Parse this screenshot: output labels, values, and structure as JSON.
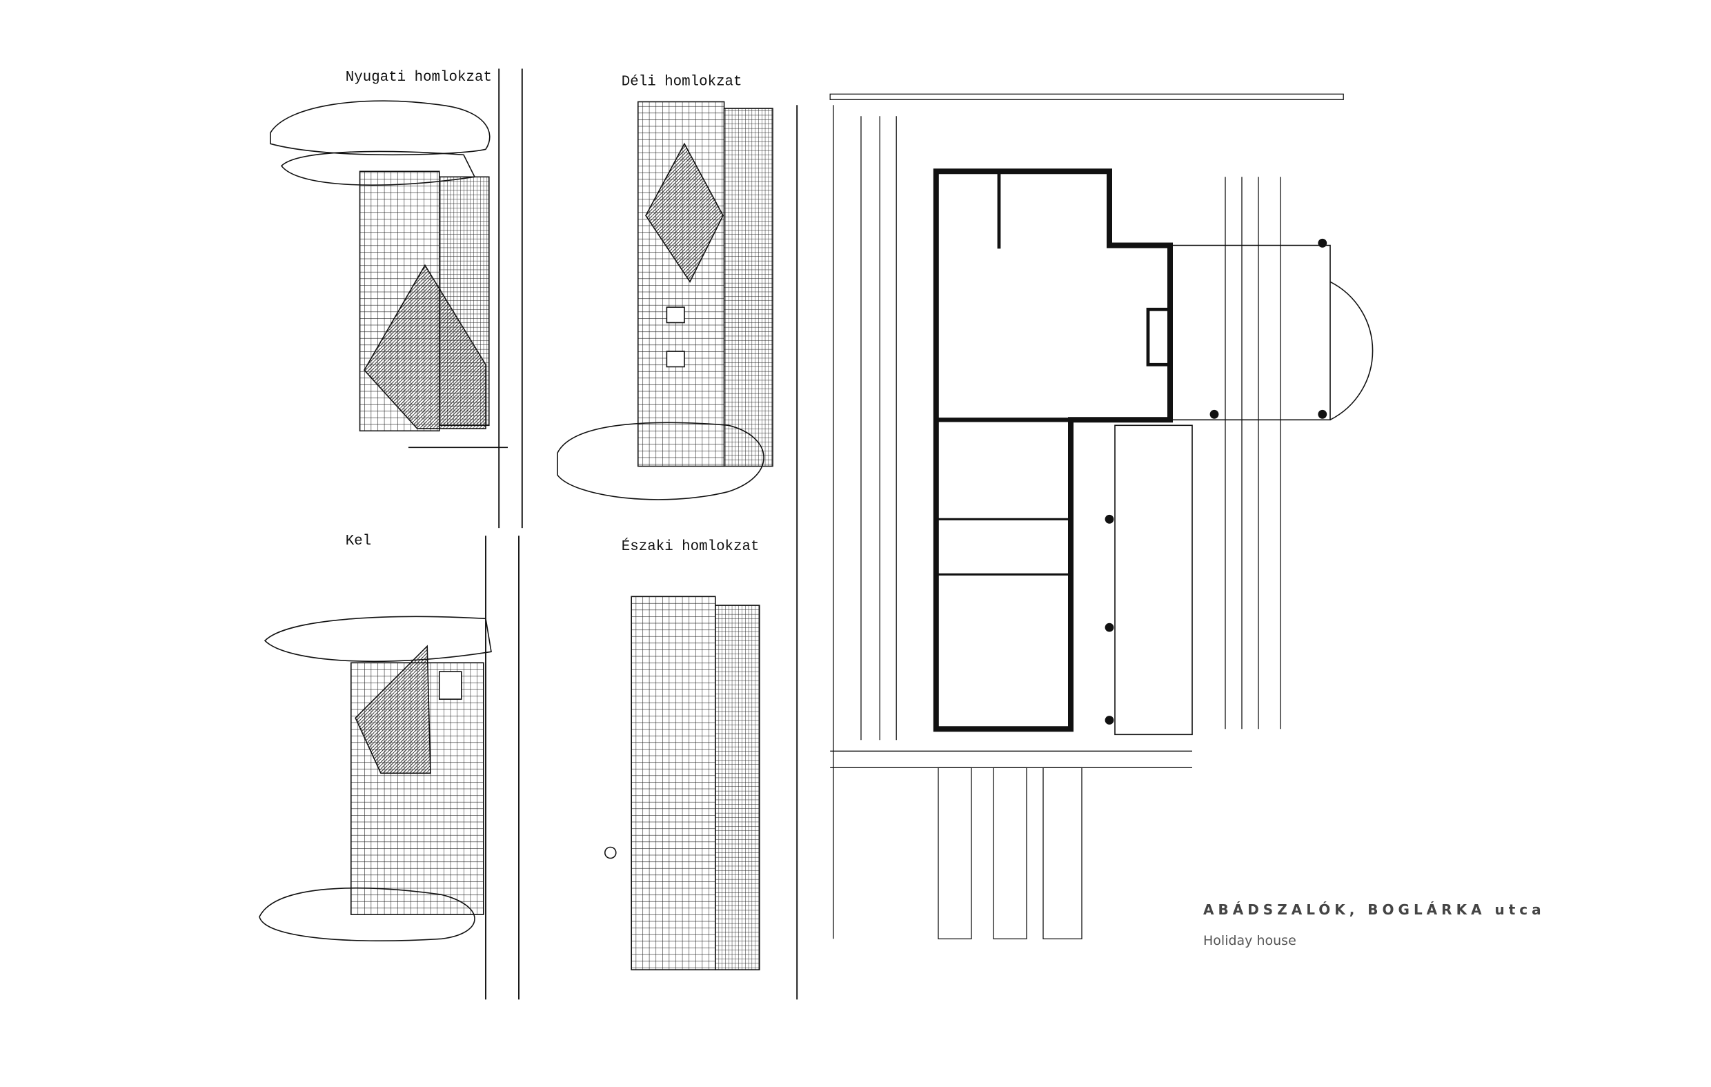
{
  "elevations": {
    "west": "Nyugati homlokzat",
    "south": "Déli homlokzat",
    "east": "Kel",
    "north": "Északi homlokzat"
  },
  "caption": {
    "title": "ABÁDSZALÓK, BOGLÁRKA utca",
    "subtitle": "Holiday house"
  }
}
